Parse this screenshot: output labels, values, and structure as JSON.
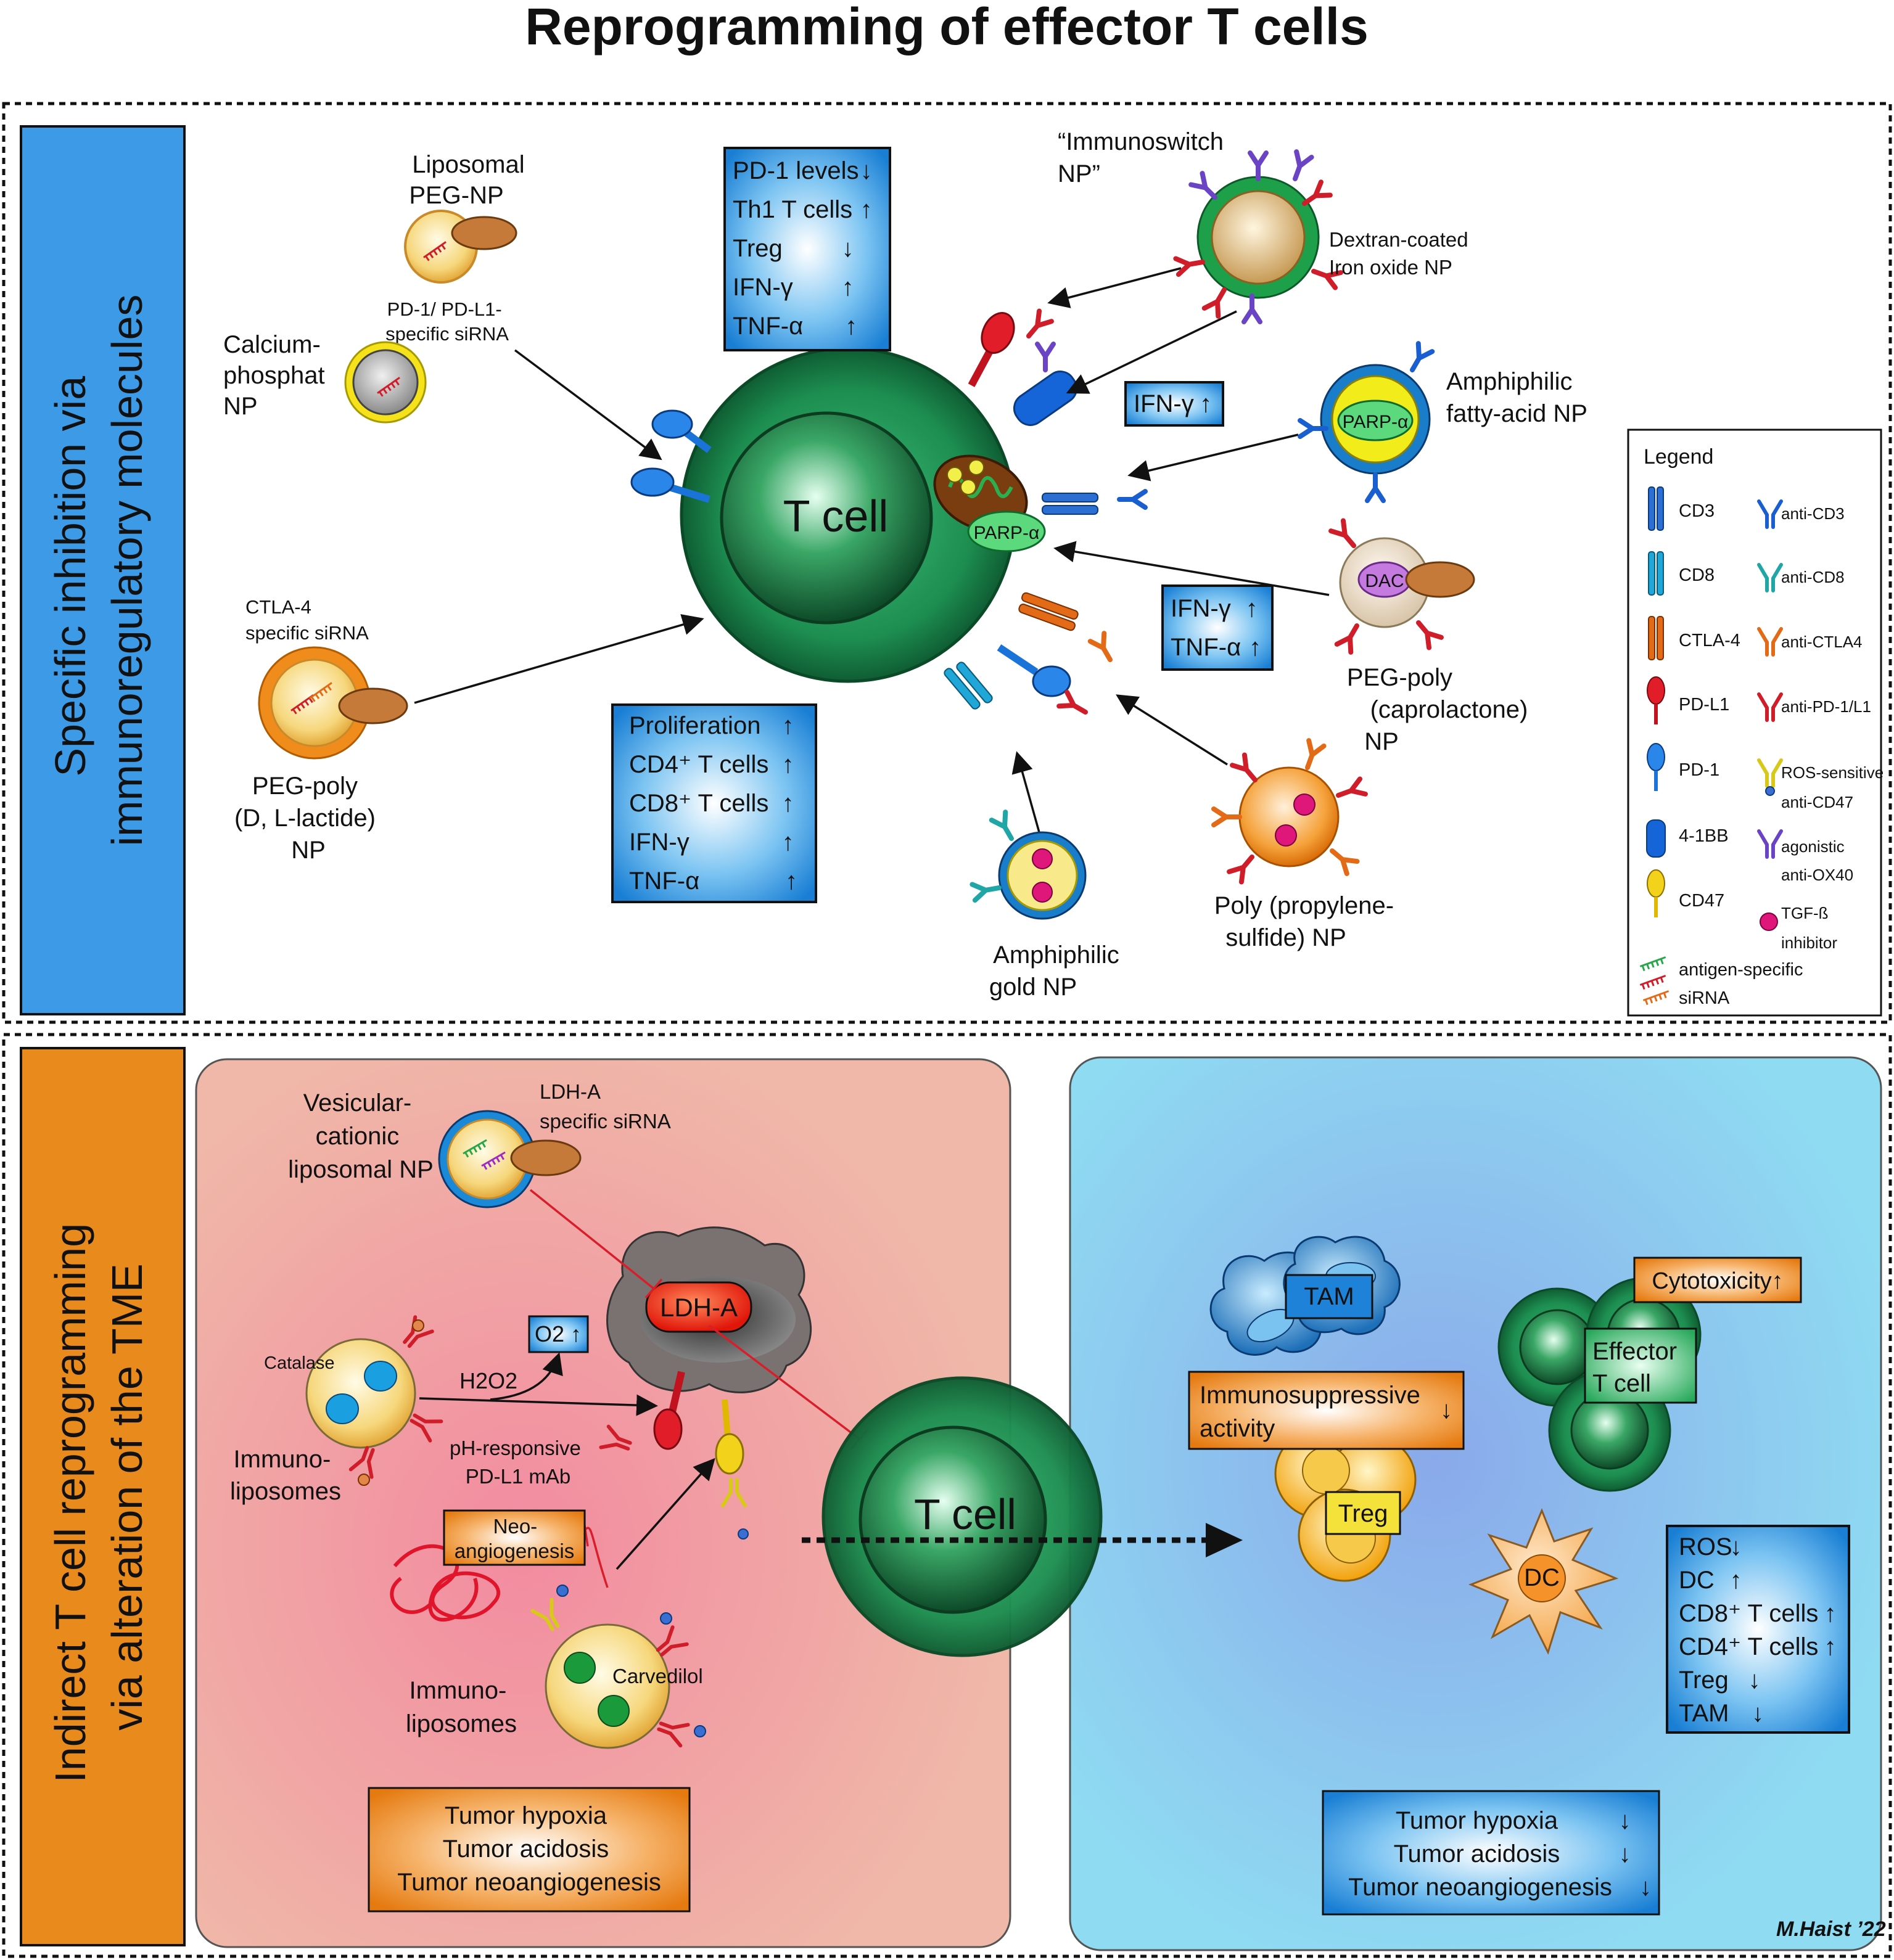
{
  "title": "Reprogramming of effector T cells",
  "section_top": {
    "label": "Specific inhibition via immunoregulatory molecules",
    "label_lines": [
      "Specific inhibition via",
      "immunoregulatory molecules"
    ],
    "center_cell": "T cell",
    "mito_label": "PARP-α",
    "nanoparticles": {
      "liposomal": [
        "Liposomal",
        "PEG-NP"
      ],
      "pd1_sirna": [
        "PD-1/ PD-L1-",
        "specific siRNA"
      ],
      "calcium": [
        "Calcium-",
        "phosphat",
        "NP"
      ],
      "ctla4_sirna": [
        "CTLA-4",
        "specific siRNA"
      ],
      "peg_lactide": [
        "PEG-poly",
        "(D, L-lactide)",
        "NP"
      ],
      "immunoswitch": [
        "“Immunoswitch",
        "NP”"
      ],
      "dextran": [
        "Dextran-coated",
        "Iron oxide NP"
      ],
      "amphiphilic_fatty": [
        "Amphiphilic",
        "fatty-acid NP"
      ],
      "amphiphilic_fatty_core": "PARP-α",
      "dac_core": "DAC",
      "peg_caprolactone": [
        "PEG-poly",
        "(caprolactone)",
        "NP"
      ],
      "poly_propylene": [
        "Poly (propylene-",
        "sulfide) NP"
      ],
      "amphiphilic_gold": [
        "Amphiphilic",
        "gold NP"
      ]
    },
    "box_pd1": [
      {
        "label": "PD-1 levels",
        "arrow": "↓"
      },
      {
        "label": "Th1 T cells",
        "arrow": "↑"
      },
      {
        "label": "Treg",
        "arrow": "↓"
      },
      {
        "label": "IFN-γ",
        "arrow": "↑"
      },
      {
        "label": "TNF-α",
        "arrow": "↑"
      }
    ],
    "box_ifn_single": {
      "label": "IFN-γ",
      "arrow": "↑"
    },
    "box_ifn_tnf": [
      {
        "label": "IFN-γ",
        "arrow": "↑"
      },
      {
        "label": "TNF-α",
        "arrow": "↑"
      }
    ],
    "box_prolif": [
      {
        "label": "Proliferation",
        "arrow": "↑"
      },
      {
        "label": "CD4⁺ T cells",
        "arrow": "↑"
      },
      {
        "label": "CD8⁺ T cells",
        "arrow": "↑"
      },
      {
        "label": "IFN-γ",
        "arrow": "↑"
      },
      {
        "label": "TNF-α",
        "arrow": "↑"
      }
    ],
    "legend": {
      "title": "Legend",
      "left": [
        "CD3",
        "CD8",
        "CTLA-4",
        "PD-L1",
        "PD-1",
        "4-1BB",
        "CD47"
      ],
      "right": [
        "anti-CD3",
        "anti-CD8",
        "anti-CTLA4",
        "anti-PD-1/L1",
        "ROS-sensitive anti-CD47",
        "agonistic anti-OX40",
        "TGF-ß inhibitor"
      ],
      "bottom": "antigen-specific siRNA"
    }
  },
  "section_bottom": {
    "label_lines": [
      "Indirect T cell reprogramming",
      "via alteration of the TME"
    ],
    "left_panel": {
      "vesicular": [
        "Vesicular-",
        "cationic",
        "liposomal NP"
      ],
      "ldha_sirna": [
        "LDH-A",
        "specific siRNA"
      ],
      "ldha": "LDH-A",
      "o2_box": "O2 ↑",
      "catalase": "Catalase",
      "h2o2": "H2O2",
      "immunoliposomes_1": [
        "Immuno-",
        "liposomes"
      ],
      "ph_mab": [
        "pH-responsive",
        "PD-L1 mAb"
      ],
      "neo": [
        "Neo-",
        "angiogenesis"
      ],
      "carvedilol": "Carvedilol",
      "immunoliposomes_2": [
        "Immuno-",
        "liposomes"
      ],
      "tumor_box": [
        "Tumor hypoxia",
        "Tumor acidosis",
        "Tumor neoangiogenesis"
      ]
    },
    "center_cell": "T cell",
    "right_panel": {
      "tam": "TAM",
      "immunosuppressive": [
        "Immunosuppressive",
        "activity"
      ],
      "immunosuppressive_arrow": "↓",
      "treg": "Treg",
      "cytotoxicity": "Cytotoxicity↑",
      "effector": [
        "Effector",
        "T cell"
      ],
      "dc": "DC",
      "ros_box": [
        {
          "label": "ROS",
          "arrow": "↓"
        },
        {
          "label": "DC",
          "arrow": "↑"
        },
        {
          "label": "CD8⁺ T cells",
          "arrow": "↑"
        },
        {
          "label": "CD4⁺ T cells",
          "arrow": "↑"
        },
        {
          "label": "Treg",
          "arrow": "↓"
        },
        {
          "label": "TAM",
          "arrow": "↓"
        }
      ],
      "tumor_box": [
        {
          "label": "Tumor hypoxia",
          "arrow": "↓"
        },
        {
          "label": "Tumor acidosis",
          "arrow": "↓"
        },
        {
          "label": "Tumor neoangiogenesis",
          "arrow": "↓"
        }
      ]
    },
    "signature": "M.Haist ’22"
  },
  "colors": {
    "blue_box": "#1e88d8",
    "orange_box": "#e98a1c",
    "cell_green": "#1f8a4c",
    "left_panel_bg": "#f0b6a6",
    "right_panel_bg": "#8fd3f0"
  }
}
